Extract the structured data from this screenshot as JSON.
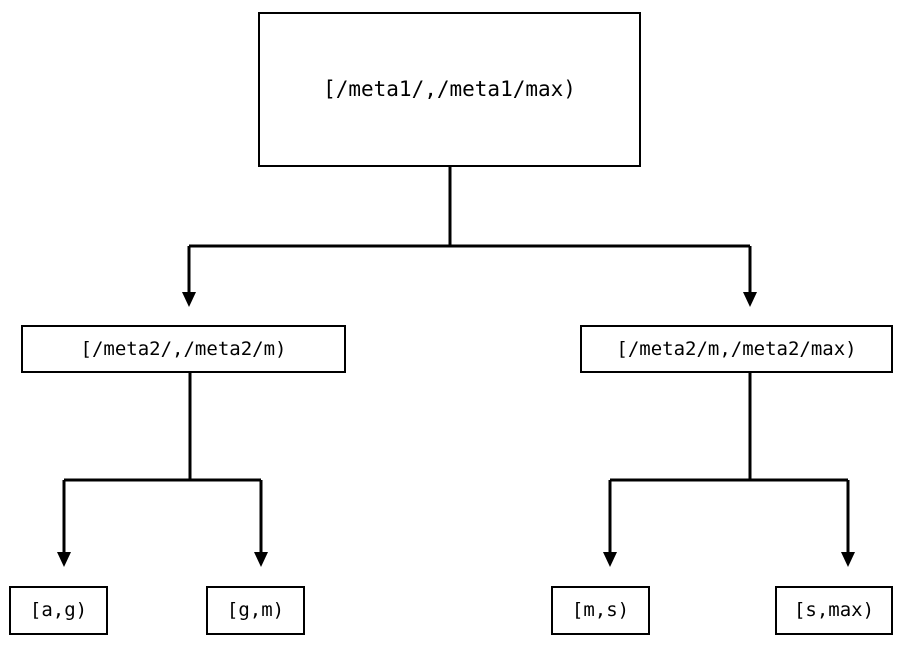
{
  "diagram": {
    "type": "binary-interval-partition-tree",
    "orientation": "top-down",
    "background_color": "#ffffff",
    "line_color": "#000000",
    "text_color": "#000000",
    "box_fill": "#ffffff",
    "arrowhead_style": "filled-triangle-down",
    "levels": 3,
    "nodes": {
      "root": {
        "label": "[/meta1/,/meta1/max)",
        "level": 0
      },
      "meta2_low": {
        "label": "[/meta2/,/meta2/m)",
        "level": 1
      },
      "meta2_high": {
        "label": "[/meta2/m,/meta2/max)",
        "level": 1
      },
      "leaf_ag": {
        "label": "[a,g)",
        "level": 2
      },
      "leaf_gm": {
        "label": "[g,m)",
        "level": 2
      },
      "leaf_ms": {
        "label": "[m,s)",
        "level": 2
      },
      "leaf_smax": {
        "label": "[s,max)",
        "level": 2
      }
    },
    "edges": [
      {
        "from": "root",
        "to": "meta2_low"
      },
      {
        "from": "root",
        "to": "meta2_high"
      },
      {
        "from": "meta2_low",
        "to": "leaf_ag"
      },
      {
        "from": "meta2_low",
        "to": "leaf_gm"
      },
      {
        "from": "meta2_high",
        "to": "leaf_ms"
      },
      {
        "from": "meta2_high",
        "to": "leaf_smax"
      }
    ]
  }
}
